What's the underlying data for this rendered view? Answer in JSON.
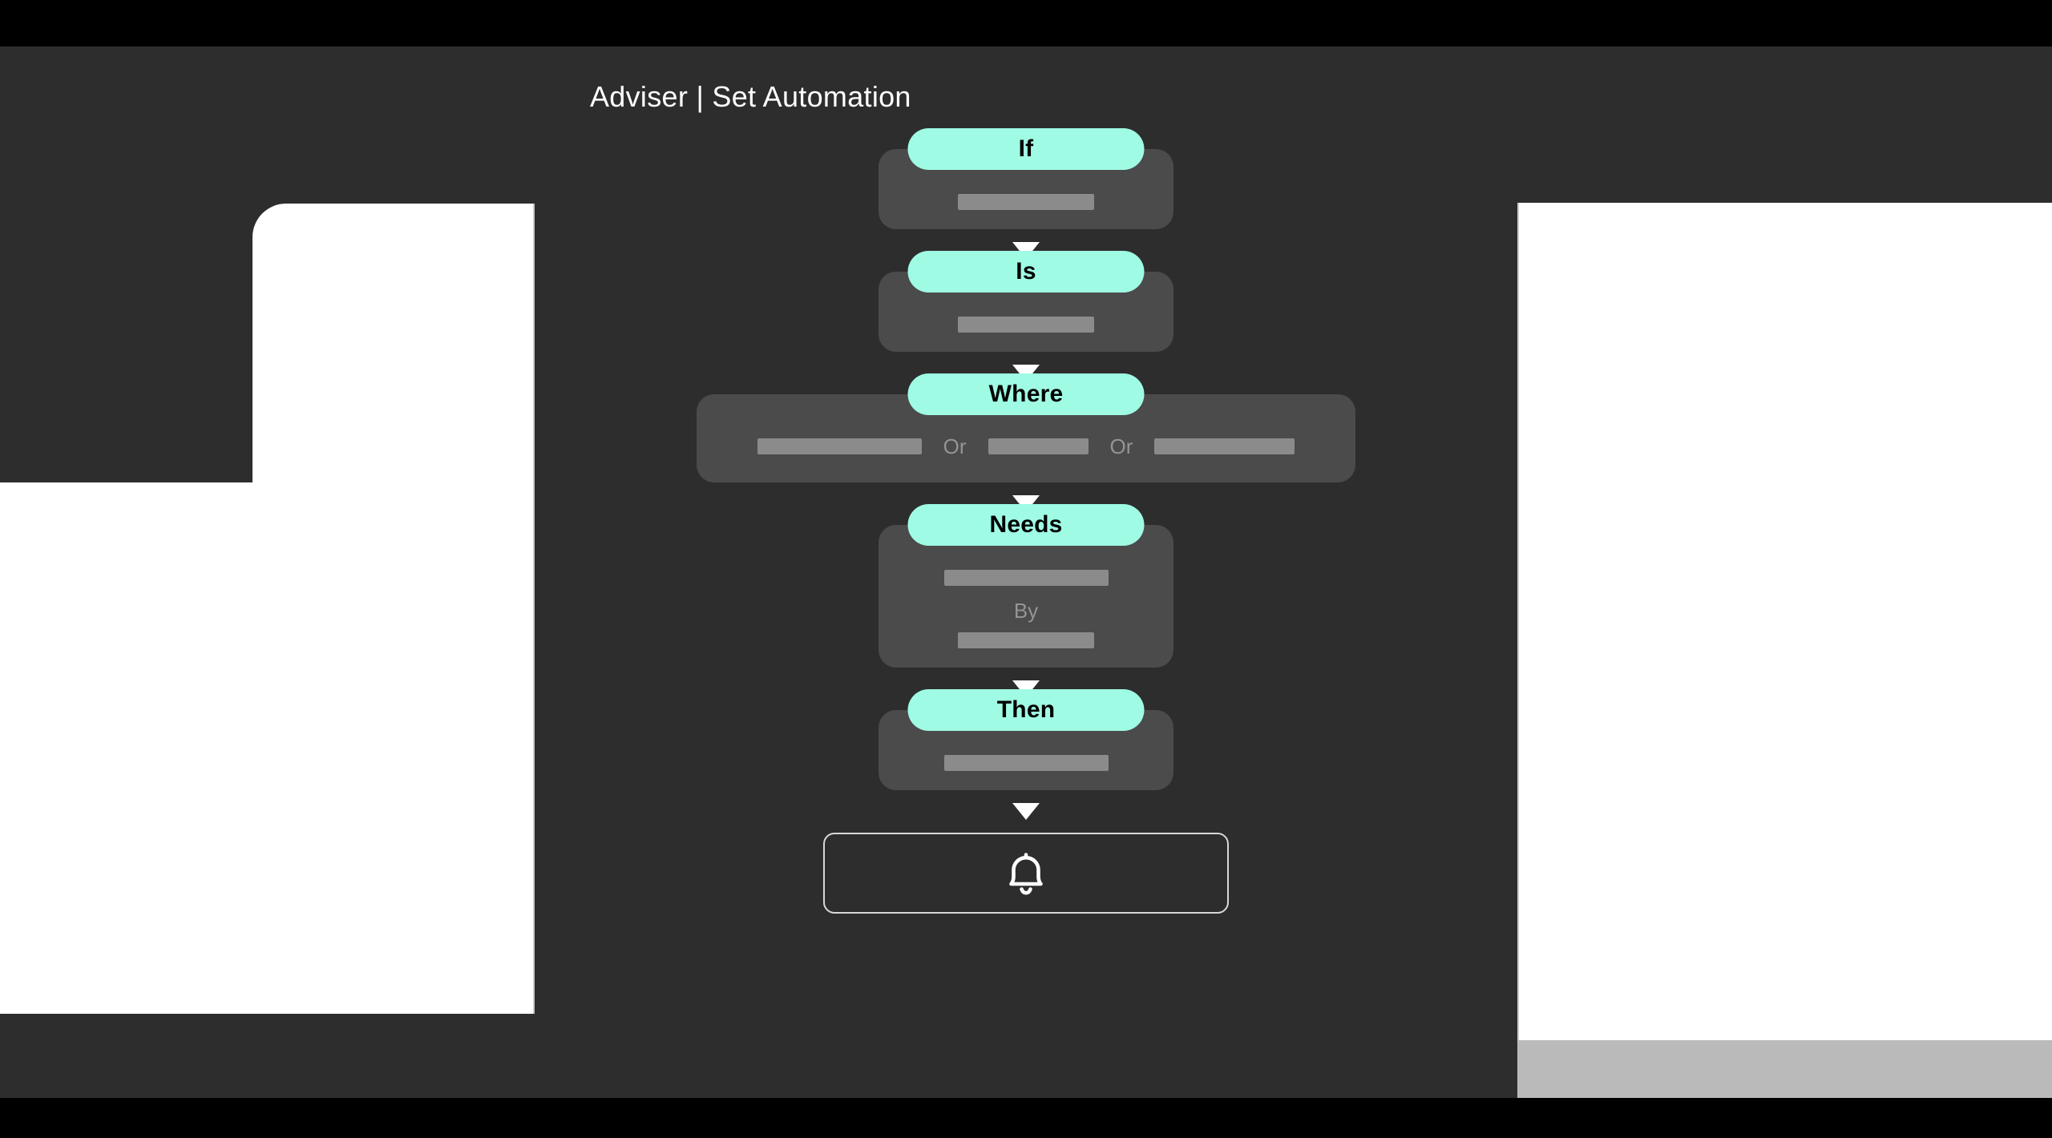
{
  "header": {
    "title": "Adviser  |  Set Automation"
  },
  "colors": {
    "accent_pill": "#9ffbe4",
    "card_bg": "#4b4b4b",
    "app_bg": "#2d2d2d",
    "placeholder_bar": "#8b8b8b",
    "panel_white": "#ffffff",
    "footer_grey": "#bababa",
    "connector_arrow": "#ffffff",
    "pill_text": "#000000",
    "muted_text": "#949494"
  },
  "flow": {
    "steps": [
      {
        "label": "If"
      },
      {
        "label": "Is"
      },
      {
        "label": "Where",
        "or_label_1": "Or",
        "or_label_2": "Or"
      },
      {
        "label": "Needs",
        "connector_word": "By"
      },
      {
        "label": "Then"
      }
    ]
  },
  "action": {
    "icon": "bell-icon",
    "label": ""
  }
}
